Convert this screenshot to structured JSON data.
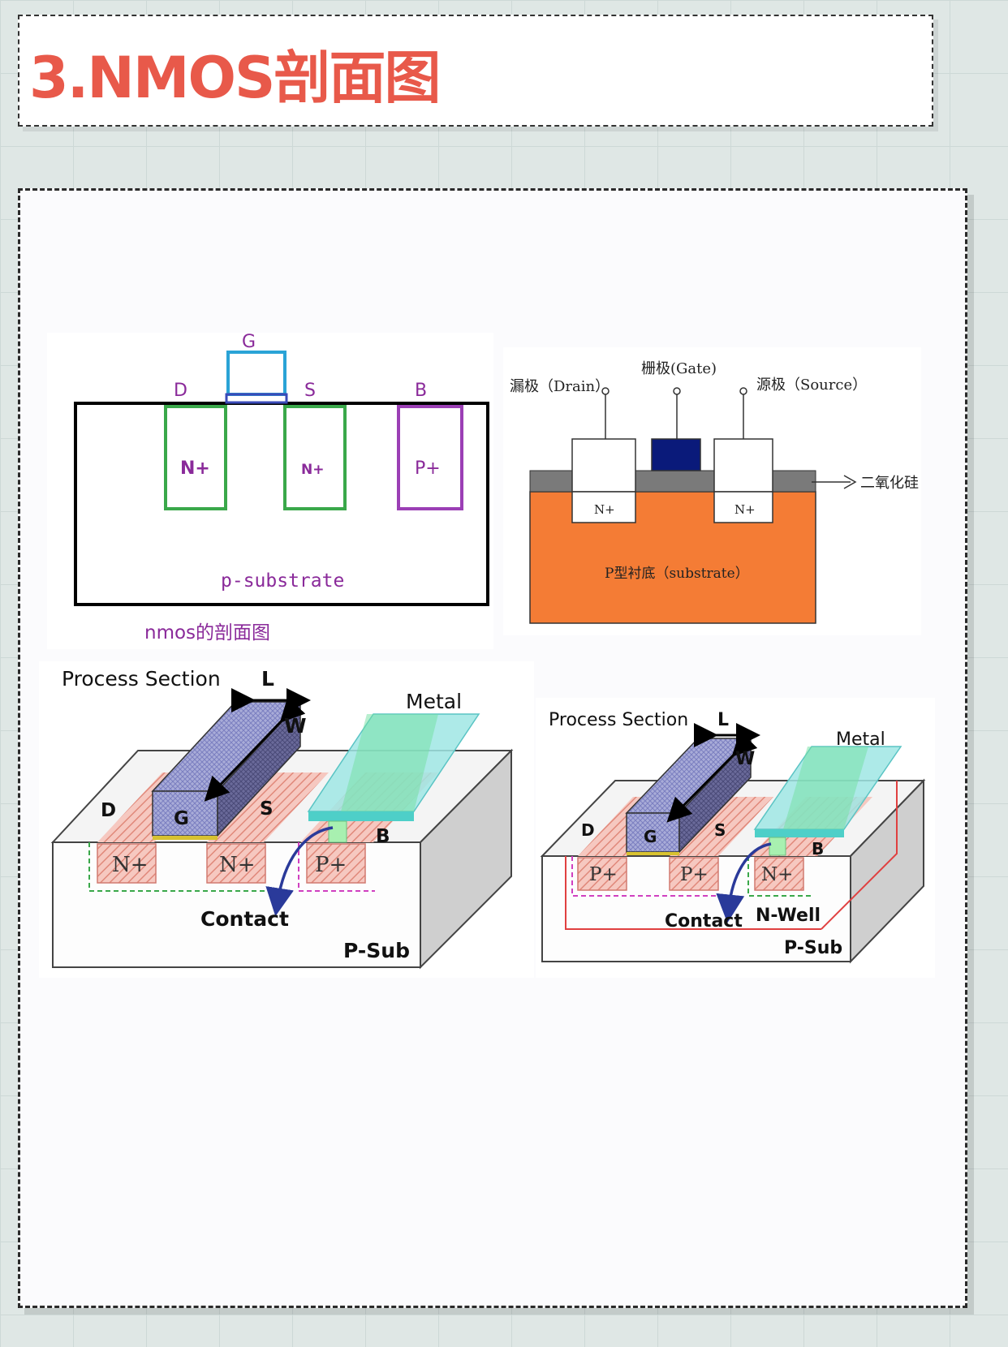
{
  "page": {
    "title": "3.NMOS剖面图"
  },
  "fig1": {
    "terminals": {
      "g": "G",
      "d": "D",
      "s": "S",
      "b": "B"
    },
    "regions": {
      "n_left": "N+",
      "n_right": "N+",
      "p_body": "P+"
    },
    "substrate": "p-substrate",
    "caption": "nmos的剖面图",
    "colors": {
      "n_region": "#3aa84a",
      "p_region": "#9b3fb5",
      "gate": "#2aa3d6",
      "label": "#8a2a9a"
    }
  },
  "fig2": {
    "drain": "漏极（Drain）",
    "gate": "栅极(Gate)",
    "source": "源极（Source）",
    "oxide": "二氧化硅",
    "n_left": "N+",
    "n_right": "N+",
    "substrate": "P型衬底（substrate）",
    "colors": {
      "substrate": "#f47c35",
      "oxide": "#7a7a7a",
      "gate": "#0a1a7a"
    }
  },
  "fig3": {
    "title": "Process Section",
    "l": "L",
    "w": "W",
    "metal": "Metal",
    "d": "D",
    "g": "G",
    "s": "S",
    "b": "B",
    "n1": "N+",
    "n2": "N+",
    "p": "P+",
    "contact": "Contact",
    "psub": "P-Sub"
  },
  "fig4": {
    "title": "Process Section",
    "l": "L",
    "w": "W",
    "metal": "Metal",
    "d": "D",
    "g": "G",
    "s": "S",
    "b": "B",
    "p1": "P+",
    "p2": "P+",
    "n": "N+",
    "contact": "Contact",
    "nwell": "N-Well",
    "psub": "P-Sub"
  }
}
